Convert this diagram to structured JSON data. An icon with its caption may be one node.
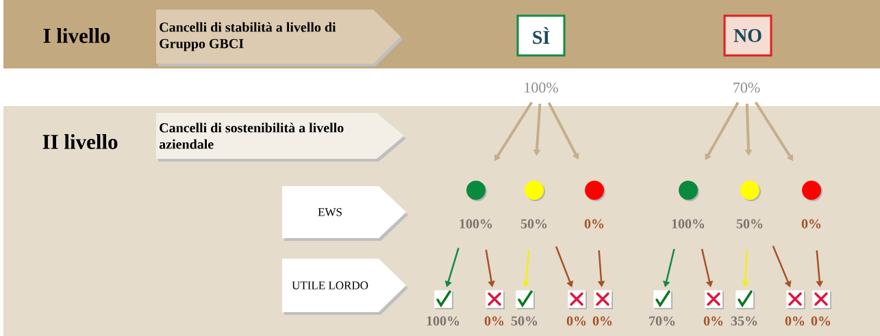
{
  "diagram": {
    "nodes": [
      {
        "text": [
          "I livello"
        ]
      },
      {
        "text": [
          "Cancelli di stabilità a livello di Gruppo GBCI"
        ],
        "in": 0
      },
      {
        "text": [
          "SÌ"
        ],
        "in": 0
      },
      {
        "text": [
          "NO"
        ],
        "in": 0
      },
      {
        "text": [
          "100%"
        ]
      },
      {
        "text": [
          "70%"
        ]
      },
      {
        "text": [
          "II livello"
        ]
      },
      {
        "text": [
          "Cancelli di sostenibilità a livello aziendale"
        ],
        "in": 6
      },
      {
        "text": [
          "EWS"
        ],
        "in": 6
      },
      {
        "text": [
          "UTILE LORDO"
        ],
        "in": 6
      },
      {
        "text": [],
        "shape": "circle",
        "beside": [
          "100%"
        ],
        "in": 6
      },
      {
        "text": [],
        "shape": "circle",
        "beside": [
          "50%"
        ],
        "in": 6
      },
      {
        "text": [],
        "shape": "circle",
        "beside": [
          "0%"
        ],
        "in": 6
      },
      {
        "text": [],
        "shape": "circle",
        "beside": [
          "100%"
        ],
        "in": 6
      },
      {
        "text": [],
        "shape": "circle",
        "beside": [
          "50%"
        ],
        "in": 6
      },
      {
        "text": [],
        "shape": "circle",
        "beside": [
          "0%"
        ],
        "in": 6
      },
      {
        "text": [],
        "shape": "check",
        "beside": [
          "100%"
        ],
        "in": 6
      },
      {
        "text": [],
        "shape": "cross",
        "beside": [
          "0%"
        ],
        "in": 6
      },
      {
        "text": [],
        "shape": "check",
        "beside": [
          "50%"
        ],
        "in": 6
      },
      {
        "text": [],
        "shape": "cross",
        "beside": [
          "0%"
        ],
        "in": 6
      },
      {
        "text": [],
        "shape": "cross",
        "beside": [
          "0%"
        ],
        "in": 6
      },
      {
        "text": [],
        "shape": "check",
        "beside": [
          "70%"
        ],
        "in": 6
      },
      {
        "text": [],
        "shape": "cross",
        "beside": [
          "0%"
        ],
        "in": 6
      },
      {
        "text": [],
        "shape": "check",
        "beside": [
          "35%"
        ],
        "in": 6
      },
      {
        "text": [],
        "shape": "cross",
        "beside": [
          "0%"
        ],
        "in": 6
      },
      {
        "text": [],
        "shape": "cross",
        "beside": [
          "0%"
        ],
        "in": 6
      }
    ],
    "edges": [
      {
        "from": 4,
        "to": 10,
        "arrow": "to"
      },
      {
        "from": 4,
        "to": 11,
        "arrow": "to"
      },
      {
        "from": 4,
        "to": 12,
        "arrow": "to"
      },
      {
        "from": 5,
        "to": 13,
        "arrow": "to"
      },
      {
        "from": 5,
        "to": 14,
        "arrow": "to"
      },
      {
        "from": 5,
        "to": 15,
        "arrow": "to"
      },
      {
        "from": 10,
        "to": 16,
        "arrow": "to",
        "color": "#138a47"
      },
      {
        "from": 10,
        "to": 17,
        "arrow": "to",
        "color": "#a5522a"
      },
      {
        "from": 11,
        "to": 18,
        "arrow": "to",
        "color": "#f2ee1a"
      },
      {
        "from": 11,
        "to": 19,
        "arrow": "to",
        "color": "#a5522a"
      },
      {
        "from": 12,
        "to": 20,
        "arrow": "to",
        "color": "#a5522a"
      },
      {
        "from": 13,
        "to": 21,
        "arrow": "to",
        "color": "#138a47"
      },
      {
        "from": 13,
        "to": 22,
        "arrow": "to",
        "color": "#a5522a"
      },
      {
        "from": 14,
        "to": 23,
        "arrow": "to",
        "color": "#f2ee1a"
      },
      {
        "from": 14,
        "to": 24,
        "arrow": "to",
        "color": "#a5522a"
      },
      {
        "from": 15,
        "to": 25,
        "arrow": "to",
        "color": "#a5522a"
      }
    ]
  }
}
